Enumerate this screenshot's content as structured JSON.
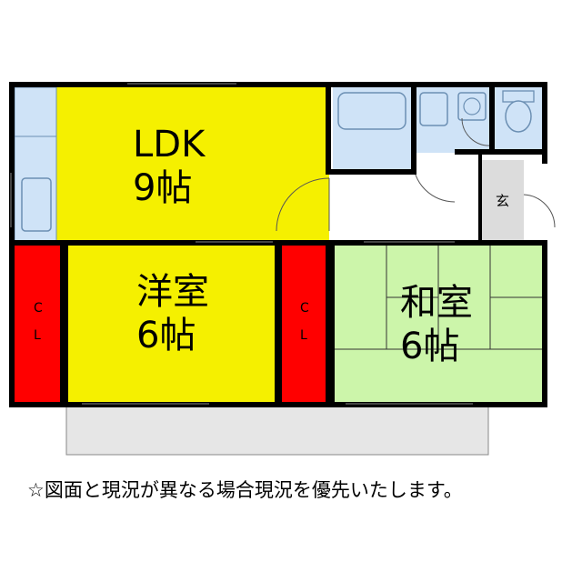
{
  "rooms": {
    "ldk": {
      "name": "LDK",
      "size": "9帖"
    },
    "western": {
      "name": "洋室",
      "size": "6帖"
    },
    "japanese": {
      "name": "和室",
      "size": "6帖"
    },
    "closet_left": {
      "c": "C",
      "l": "L"
    },
    "closet_mid": {
      "c": "C",
      "l": "L"
    },
    "entrance": "玄"
  },
  "colors": {
    "ldk": "#f5f000",
    "western": "#f5f000",
    "japanese": "#ccf5aa",
    "closet": "#ff0000",
    "wet_area": "#cfe3f7",
    "entrance": "#dcdcdc",
    "balcony": "#e6e6e6",
    "wall": "#000000"
  },
  "note": "☆図面と現況が異なる場合現況を優先いたします。"
}
